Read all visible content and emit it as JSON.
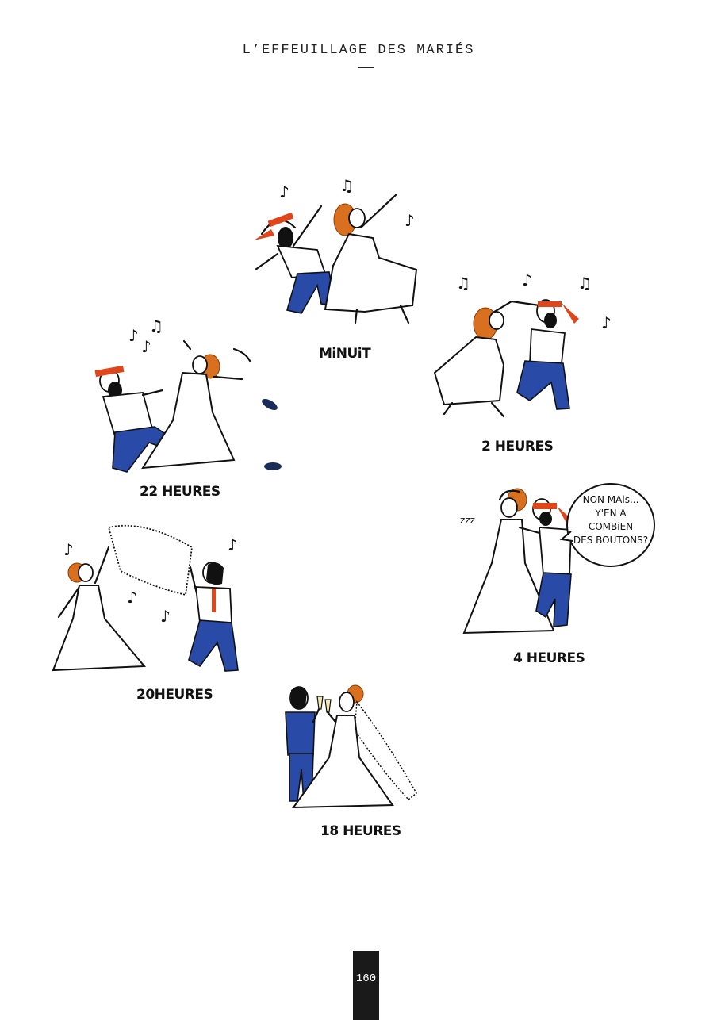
{
  "header": {
    "title": "L’EFFEUILLAGE DES MARIÉS"
  },
  "scenes": {
    "minuit": {
      "caption": "MiNUiT"
    },
    "deux_heures": {
      "caption": "2 HEURES"
    },
    "vingt_deux_heures": {
      "caption": "22 HEURES"
    },
    "quatre_heures": {
      "caption": "4 HEURES",
      "speech": {
        "line1": "NON MAis...",
        "line2": "Y'EN A",
        "line3": "COMBiEN",
        "line4": "DES BOUTONS?"
      },
      "snore": "zzz"
    },
    "vingt_heures": {
      "caption": "20HEURES"
    },
    "dix_huit_heures": {
      "caption": "18 HEURES"
    }
  },
  "footer": {
    "page_number": "160"
  },
  "colors": {
    "suit_blue": "#2a4aa8",
    "hair_orange": "#d9701f",
    "headband_red": "#e0461b",
    "ink": "#111111"
  }
}
